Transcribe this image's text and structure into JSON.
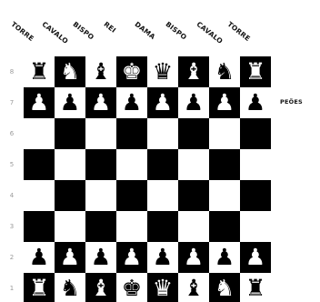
{
  "piece_names": [
    "TORRE",
    "CAVALO",
    "BISPO",
    "REI",
    "DAMA",
    "BISPO",
    "CAVALO",
    "TORRE"
  ],
  "pawn_label": "PEÕES",
  "rank_labels": [
    "8",
    "7",
    "6",
    "5",
    "4",
    "3",
    "2",
    "1"
  ],
  "board": [
    [
      "♜",
      "♞",
      "♝",
      "♚",
      "♛",
      "♝",
      "♞",
      "♜"
    ],
    [
      "♟",
      "♟",
      "♟",
      "♟",
      "♟",
      "♟",
      "♟",
      "♟"
    ],
    [
      "",
      "",
      "",
      "",
      "",
      "",
      "",
      ""
    ],
    [
      "",
      "",
      "",
      "",
      "",
      "",
      "",
      ""
    ],
    [
      "",
      "",
      "",
      "",
      "",
      "",
      "",
      ""
    ],
    [
      "",
      "",
      "",
      "",
      "",
      "",
      "",
      ""
    ],
    [
      "♟",
      "♟",
      "♟",
      "♟",
      "♟",
      "♟",
      "♟",
      "♟"
    ],
    [
      "♜",
      "♞",
      "♝",
      "♚",
      "♛",
      "♝",
      "♞",
      "♜"
    ]
  ],
  "colors": {
    "light_square": "#ffffff",
    "dark_square": "#000000",
    "rank_label": "#9a9a9a",
    "text": "#111111"
  }
}
